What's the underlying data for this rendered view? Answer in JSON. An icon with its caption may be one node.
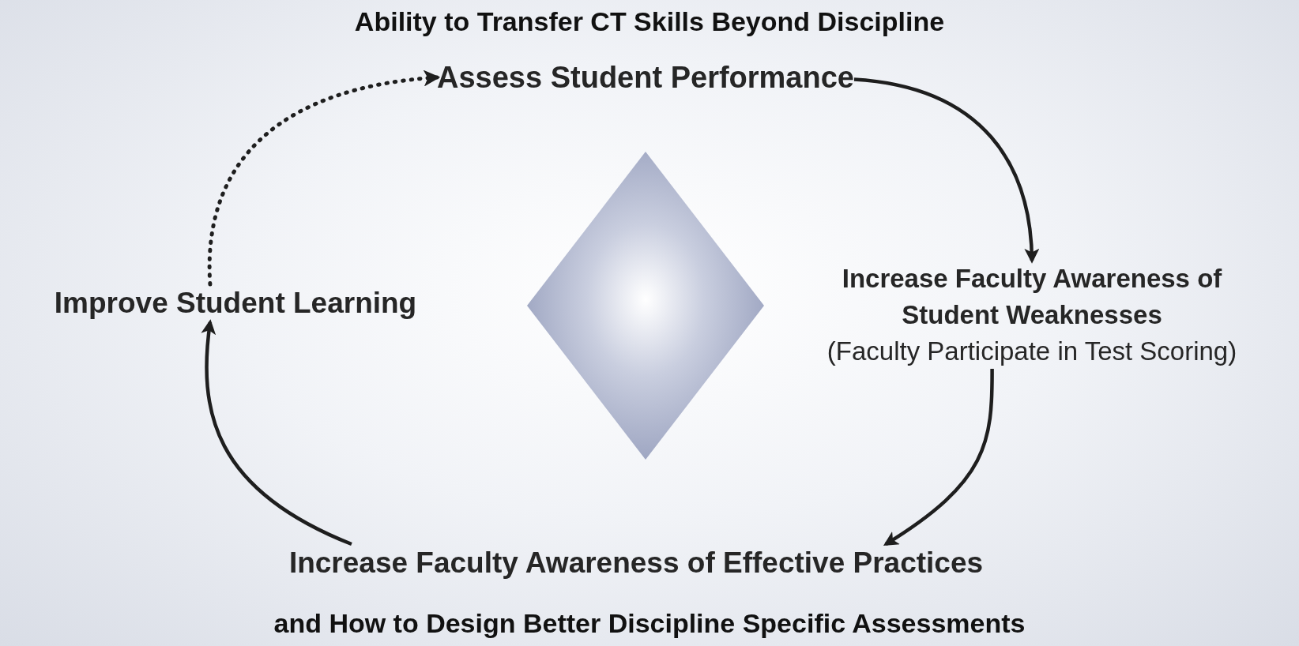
{
  "diagram": {
    "title": "Ability to Transfer CT Skills Beyond Discipline",
    "nodes": [
      {
        "text": [
          "Assess Student Performance"
        ]
      },
      {
        "text": [
          "Increase Faculty Awareness of Student Weaknesses",
          "(Faculty Participate in Test Scoring)"
        ]
      },
      {
        "text": [
          "Increase Faculty Awareness of Effective Practices"
        ]
      },
      {
        "text": [
          "Improve Student Learning"
        ]
      },
      {
        "text": [],
        "shape": "diamond"
      }
    ],
    "edges": [
      {
        "from": 0,
        "to": 1,
        "arrow": "to"
      },
      {
        "from": 1,
        "to": 2,
        "arrow": "to"
      },
      {
        "from": 2,
        "to": 3,
        "arrow": "to"
      },
      {
        "from": 3,
        "to": 0,
        "arrow": "to",
        "style": "dashed"
      }
    ],
    "labels": [
      "and How to Design Better Discipline Specific Assessments"
    ]
  }
}
